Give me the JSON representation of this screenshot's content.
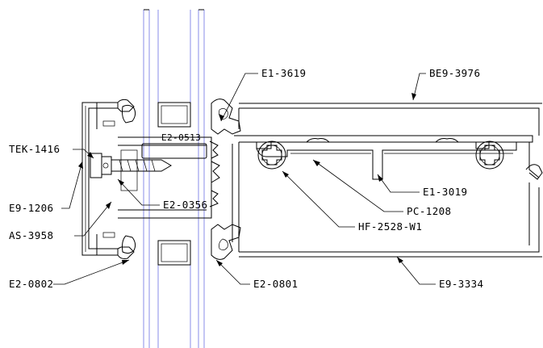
{
  "drawing": {
    "colors": {
      "line": "#000000",
      "glass": "#8a8ee8",
      "background": "#ffffff"
    },
    "callouts": {
      "e1_3619": "E1-3619",
      "be9_3976": "BE9-3976",
      "e2_0513": "E2-0513",
      "tek_1416": "TEK-1416",
      "e9_1206": "E9-1206",
      "e2_0356": "E2-0356",
      "as_3958": "AS-3958",
      "e1_3019": "E1-3019",
      "pc_1208": "PC-1208",
      "hf_2528_w1": "HF-2528-W1",
      "e2_0802": "E2-0802",
      "e2_0801": "E2-0801",
      "e9_3334": "E9-3334"
    }
  }
}
